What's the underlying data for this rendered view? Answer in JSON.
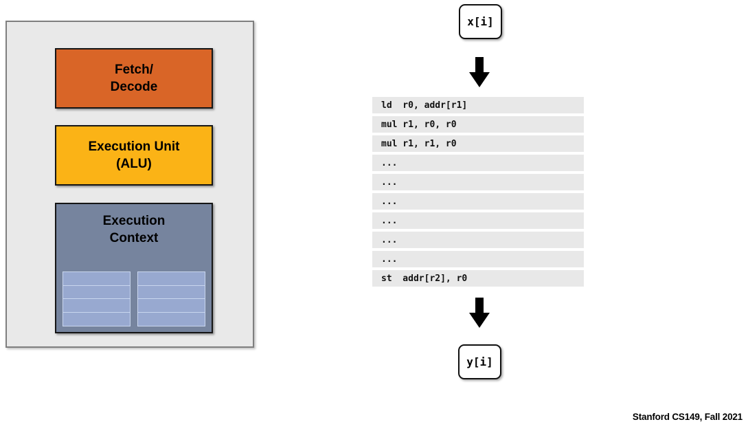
{
  "processor": {
    "fetch_decode": {
      "line1": "Fetch/",
      "line2": "Decode"
    },
    "execution_unit": {
      "line1": "Execution Unit",
      "line2": "(ALU)"
    },
    "execution_context": {
      "line1": "Execution",
      "line2": "Context"
    },
    "register_columns": 2,
    "register_rows_per_column": 4
  },
  "stream": {
    "input_label": "x[i]",
    "output_label": "y[i]",
    "instructions": [
      "ld  r0, addr[r1]",
      "mul r1, r0, r0",
      "mul r1, r1, r0",
      "...",
      "...",
      "...",
      "...",
      "...",
      "...",
      "st  addr[r2], r0"
    ]
  },
  "footer": {
    "credit": "Stanford CS149, Fall 2021"
  },
  "colors": {
    "fetch_decode_fill": "#D96527",
    "execution_unit_fill": "#FBB316",
    "execution_context_fill": "#76849E",
    "register_fill": "#98A9D0",
    "register_border": "#C9D6EE",
    "chassis_fill": "#E9E9E9",
    "chassis_border": "#7F7F7F",
    "instruction_row_fill": "#E8E8E8",
    "arrow_color": "#000000",
    "box_border": "#111111"
  }
}
